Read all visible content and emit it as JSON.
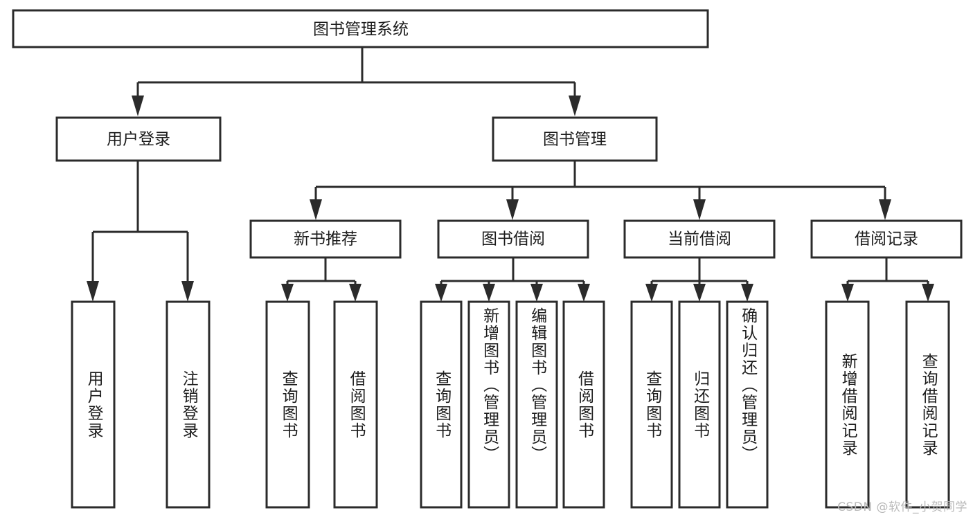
{
  "diagram": {
    "title": "图书管理系统",
    "watermark": "CSDN @软件_小贺同学",
    "root": {
      "label": "图书管理系统"
    },
    "level2": [
      {
        "label": "用户登录"
      },
      {
        "label": "图书管理"
      }
    ],
    "level3": [
      {
        "label": "新书推荐"
      },
      {
        "label": "图书借阅"
      },
      {
        "label": "当前借阅"
      },
      {
        "label": "借阅记录"
      }
    ],
    "leaves": {
      "user_login": [
        {
          "label": "用户登录"
        },
        {
          "label": "注销登录"
        }
      ],
      "new_book": [
        {
          "label": "查询图书"
        },
        {
          "label": "借阅图书"
        }
      ],
      "borrow_book": [
        {
          "label": "查询图书"
        },
        {
          "label": "新增图书（管理员）"
        },
        {
          "label": "编辑图书（管理员）"
        },
        {
          "label": "借阅图书"
        }
      ],
      "current_borrow": [
        {
          "label": "查询图书"
        },
        {
          "label": "归还图书"
        },
        {
          "label": "确认归还（管理员）"
        }
      ],
      "borrow_record": [
        {
          "label": "新增借阅记录"
        },
        {
          "label": "查询借阅记录"
        }
      ]
    },
    "colors": {
      "stroke": "#2b2b2b",
      "fill": "#ffffff",
      "text": "#1c1c1c",
      "watermark": "#b9b9b9"
    }
  }
}
